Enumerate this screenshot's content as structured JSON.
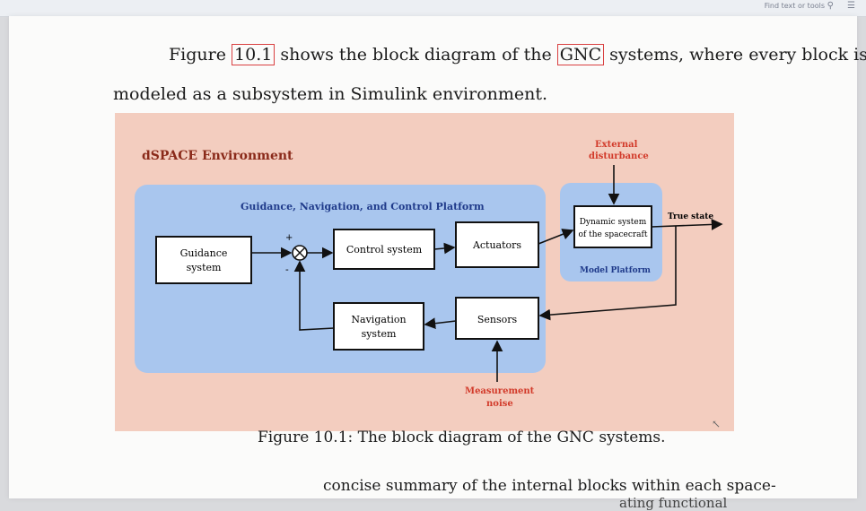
{
  "toolbar": {
    "find_label": "Find text or tools",
    "find_icon": "search-icon",
    "menu_icon": "menu-icon"
  },
  "paragraph": {
    "part1": "Figure ",
    "figure_ref": "10.1",
    "part2": " shows the block diagram of the ",
    "gnc_ref": "GNC",
    "part3": " systems, where every block is",
    "line2": "modeled as a subsystem in Simulink environment."
  },
  "diagram": {
    "env_title": "dSPACE Environment",
    "platform_title": "Guidance, Navigation, and Control Platform",
    "model_platform": "Model Platform",
    "external_line1": "External",
    "external_line2": "disturbance",
    "guidance_line1": "Guidance",
    "guidance_line2": "system",
    "control": "Control system",
    "actuators": "Actuators",
    "dynamic_line1": "Dynamic system",
    "dynamic_line2": "of the spacecraft",
    "true_state": "True state",
    "navigation_line1": "Navigation",
    "navigation_line2": "system",
    "sensors": "Sensors",
    "noise_line1": "Measurement",
    "noise_line2": "noise",
    "plus": "+",
    "minus": "-",
    "colors": {
      "env_bg": "#f3cdbf",
      "platform_bg": "#a9c6ee",
      "label_red": "#d23a2a",
      "label_blue": "#1f3a8a"
    }
  },
  "caption": "Figure 10.1: The block diagram of the GNC systems.",
  "next_paragraph": "concise summary of the internal blocks within each space-",
  "next_paragraph2": "ating functional"
}
